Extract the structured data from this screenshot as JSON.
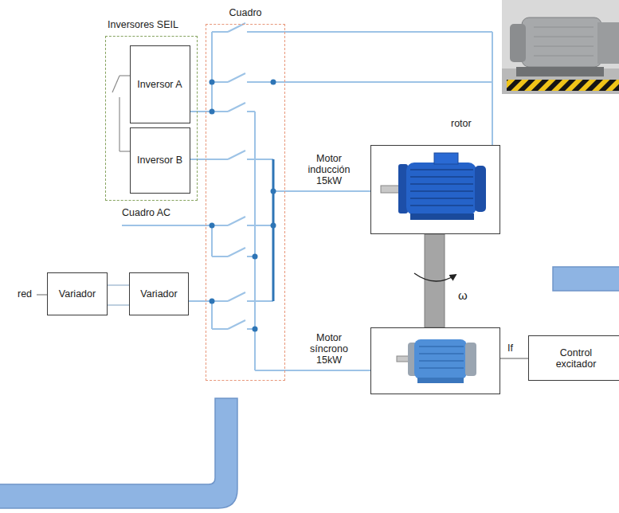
{
  "diagram": {
    "nodes": [
      {
        "text": [
          "Cuadro"
        ]
      },
      {
        "text": [
          "Inversores SEIL"
        ]
      },
      {
        "text": [
          "Inversor A"
        ],
        "in": 1
      },
      {
        "text": [
          "Inversor B"
        ],
        "in": 1
      },
      {
        "text": [
          "Variador"
        ]
      },
      {
        "text": [
          "Variador"
        ]
      },
      {
        "text": [
          "Motor inducción 15kW"
        ]
      },
      {
        "text": [
          "Motor síncrono 15kW"
        ]
      },
      {
        "text": [
          "Control excitador"
        ]
      }
    ],
    "edges": [
      {
        "from": 2,
        "to": 0,
        "arrow": "none"
      },
      {
        "from": 3,
        "to": 0,
        "arrow": "none"
      },
      {
        "from": 4,
        "to": 5,
        "arrow": "none"
      },
      {
        "from": 5,
        "to": 0,
        "arrow": "none"
      },
      {
        "from": 0,
        "to": 6,
        "arrow": "none"
      },
      {
        "from": 0,
        "to": 6,
        "arrow": "none"
      },
      {
        "from": 0,
        "to": 7,
        "arrow": "none"
      },
      {
        "from": 8,
        "to": 7,
        "arrow": "none"
      }
    ],
    "labels": [
      "Cuadro AC",
      "red",
      "rotor",
      "ω",
      "If"
    ]
  }
}
